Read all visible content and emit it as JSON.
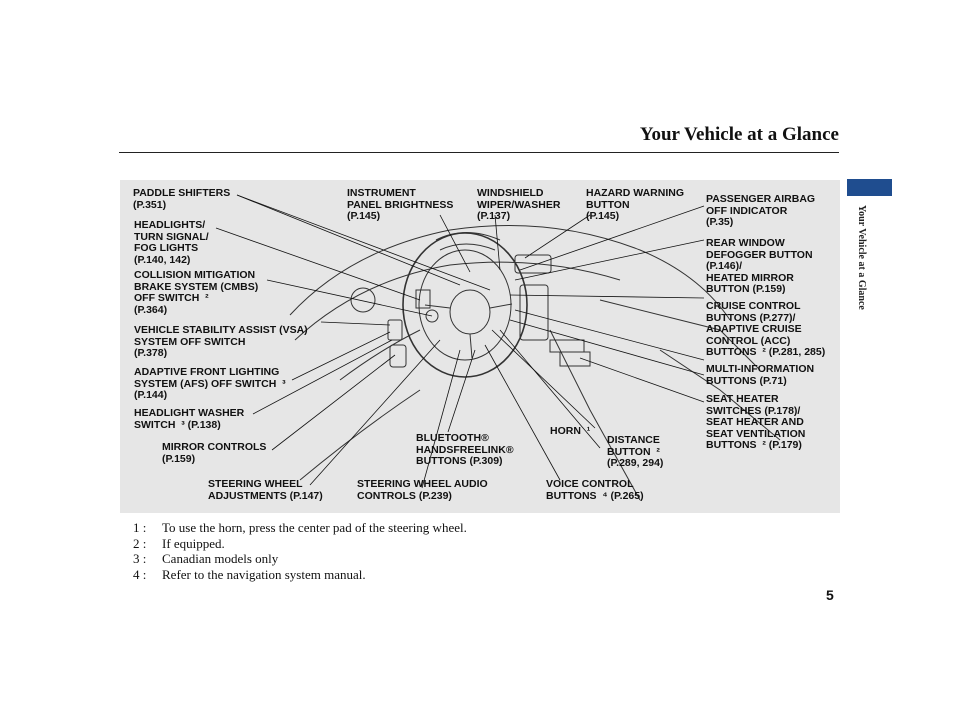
{
  "header": {
    "title": "Your Vehicle at a Glance",
    "side_label": "Your Vehicle at a Glance",
    "tab_color": "#1f4d8f"
  },
  "labels": {
    "paddle": "PADDLE SHIFTERS\n(P.351)",
    "headlights": "HEADLIGHTS/\nTURN SIGNAL/\nFOG LIGHTS\n(P.140, 142)",
    "cmbs": "COLLISION MITIGATION\nBRAKE SYSTEM (CMBS)\nOFF SWITCH  ²\n(P.364)",
    "vsa": "VEHICLE STABILITY ASSIST (VSA)\nSYSTEM OFF SWITCH\n(P.378)",
    "afs": "ADAPTIVE FRONT LIGHTING\nSYSTEM (AFS) OFF SWITCH  ³\n(P.144)",
    "washer": "HEADLIGHT WASHER\nSWITCH  ³ (P.138)",
    "mirror": "MIRROR CONTROLS\n(P.159)",
    "steering_adj": "STEERING WHEEL\nADJUSTMENTS (P.147)",
    "audio": "STEERING WHEEL AUDIO\nCONTROLS (P.239)",
    "bluetooth": "BLUETOOTH®\nHANDSFREELINK®\nBUTTONS (P.309)",
    "instrument": "INSTRUMENT\nPANEL BRIGHTNESS\n(P.145)",
    "wiper": "WINDSHIELD\nWIPER/WASHER\n(P.137)",
    "hazard": "HAZARD WARNING\nBUTTON\n(P.145)",
    "airbag": "PASSENGER AIRBAG\nOFF INDICATOR\n(P.35)",
    "defogger": "REAR WINDOW\nDEFOGGER BUTTON\n(P.146)/\nHEATED MIRROR\nBUTTON (P.159)",
    "cruise": "CRUISE CONTROL\nBUTTONS (P.277)/\nADAPTIVE CRUISE\nCONTROL (ACC)\nBUTTONS  ² (P.281, 285)",
    "multi": "MULTI-INFORMATION\nBUTTONS (P.71)",
    "seat": "SEAT HEATER\nSWITCHES (P.178)/\nSEAT HEATER AND\nSEAT VENTILATION\nBUTTONS  ² (P.179)",
    "horn": "HORN  ¹",
    "distance": "DISTANCE\nBUTTON  ²\n(P.289, 294)",
    "voice": "VOICE CONTROL\nBUTTONS  ⁴ (P.265)"
  },
  "footnotes": [
    {
      "key": "1 :",
      "text": "To use the horn, press the center pad of the steering wheel."
    },
    {
      "key": "2 :",
      "text": "If equipped."
    },
    {
      "key": "3 :",
      "text": "Canadian models only"
    },
    {
      "key": "4 :",
      "text": "Refer to the navigation system manual."
    }
  ],
  "page_number": "5"
}
